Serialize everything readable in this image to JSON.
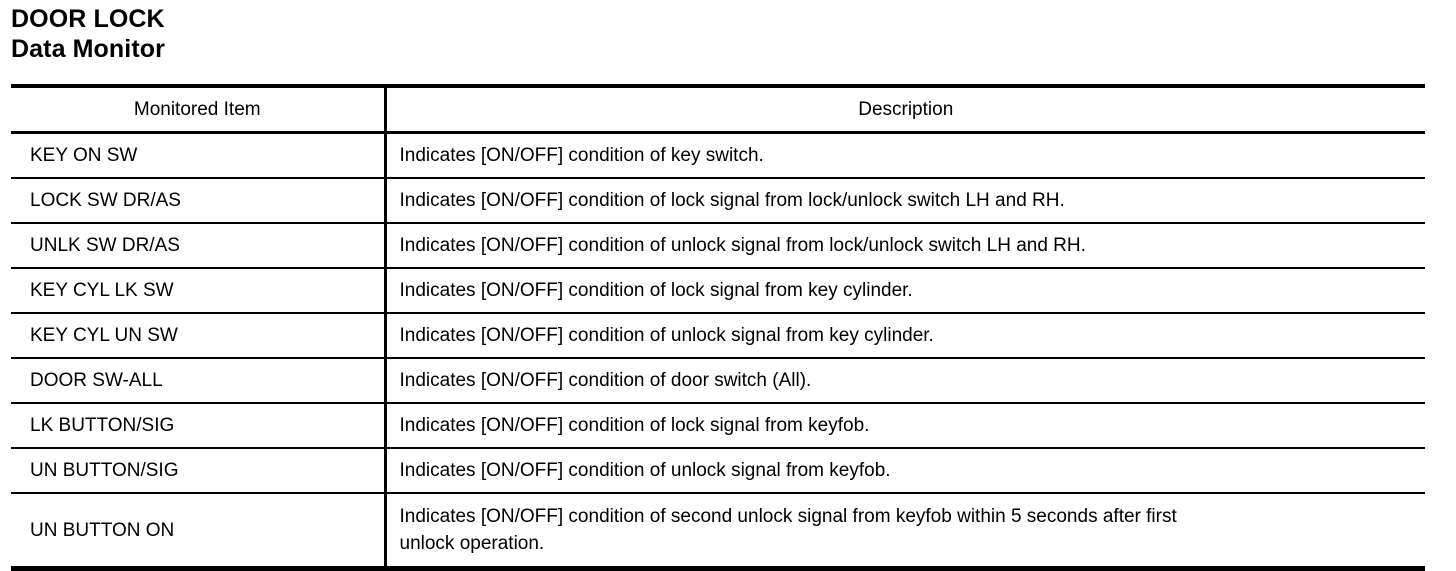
{
  "document": {
    "title": "DOOR LOCK",
    "subtitle": "Data Monitor"
  },
  "table": {
    "columns": {
      "item": "Monitored Item",
      "description": "Description"
    },
    "rows": [
      {
        "item": "KEY ON SW",
        "description": "Indicates [ON/OFF] condition of key switch."
      },
      {
        "item": "LOCK SW DR/AS",
        "description": "Indicates [ON/OFF] condition of lock signal from lock/unlock switch LH and RH."
      },
      {
        "item": "UNLK SW DR/AS",
        "description": "Indicates [ON/OFF] condition of unlock signal from lock/unlock switch LH and RH."
      },
      {
        "item": "KEY CYL LK SW",
        "description": "Indicates [ON/OFF] condition of lock signal from key cylinder."
      },
      {
        "item": "KEY CYL UN SW",
        "description": "Indicates [ON/OFF] condition of unlock signal from key cylinder."
      },
      {
        "item": "DOOR SW-ALL",
        "description": "Indicates [ON/OFF] condition of door switch (All)."
      },
      {
        "item": "LK BUTTON/SIG",
        "description": "Indicates [ON/OFF] condition of lock signal from keyfob."
      },
      {
        "item": "UN BUTTON/SIG",
        "description": "Indicates [ON/OFF] condition of unlock signal from keyfob."
      },
      {
        "item": "UN BUTTON ON",
        "description_line1": "Indicates [ON/OFF] condition of second unlock signal from keyfob within 5 seconds after first",
        "description_line2": "unlock operation."
      }
    ]
  }
}
